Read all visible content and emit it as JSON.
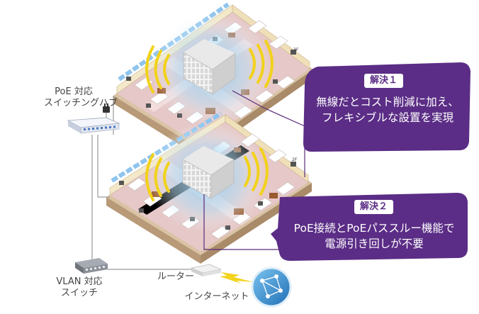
{
  "labels": {
    "poe_switch": [
      "PoE 対応",
      "スイッチングハブ"
    ],
    "vlan_switch": [
      "VLAN 対応",
      "スイッチ"
    ],
    "router": "ルーター",
    "internet": "インターネット"
  },
  "callouts": [
    {
      "badge": "解決１",
      "lines": [
        "無線だとコスト削減に加え、",
        "フレキシブルな設置を実現"
      ]
    },
    {
      "badge": "解決２",
      "lines": [
        "PoE接続とPoEパススルー機能で",
        "電源引き回しが不要"
      ]
    }
  ],
  "floor_signs": [
    "3F",
    "2F"
  ],
  "colors": {
    "callout": "#5b2d86",
    "carpet": "#e6c8c8",
    "wall": "#f3e8c9",
    "cable": "#5a2a7a",
    "waves": "#f2d21b",
    "glow": "#8fc9ee",
    "globe": "#3c8fd1"
  },
  "icons": [
    "ap-device-icon",
    "wave-icon",
    "switch-icon",
    "router-icon",
    "globe-icon",
    "lightning-icon",
    "plug-icon"
  ]
}
